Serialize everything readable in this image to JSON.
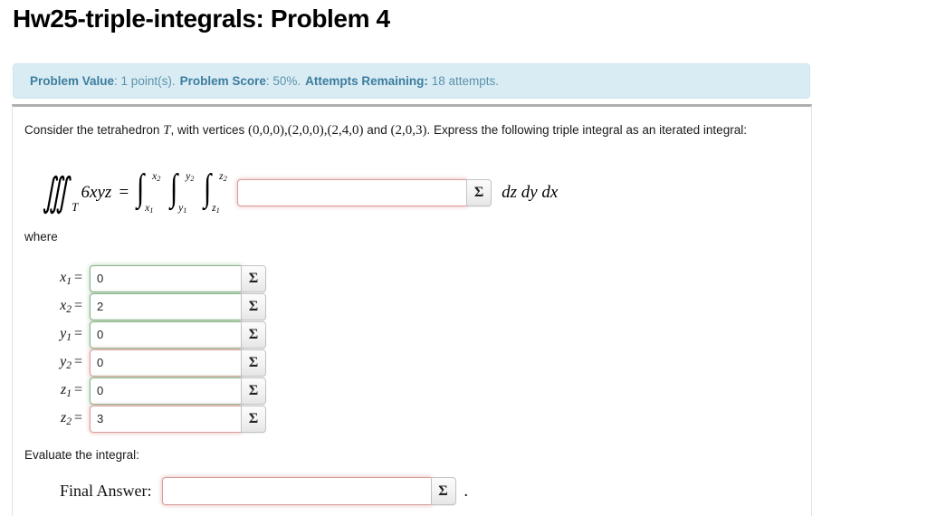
{
  "page_title": "Hw25-triple-integrals: Problem 4",
  "info_bar": {
    "problem_value_label": "Problem Value",
    "problem_value": ": 1 point(s).",
    "problem_score_label": "Problem Score",
    "problem_score": ": 50%.",
    "attempts_label": "Attempts Remaining:",
    "attempts": "18 attempts."
  },
  "statement": {
    "part1": "Consider the tetrahedron ",
    "var_T": "T",
    "part2": ", with vertices ",
    "vertex1": "(0,0,0),",
    "vertex2": "(2,0,0),",
    "vertex3": "(2,4,0)",
    "and": " and ",
    "vertex4": "(2,0,3)",
    "part3": ". Express the following triple integral as an iterated integral:"
  },
  "integral": {
    "triple_symbol": "∭",
    "region_sub": "T",
    "integrand": "6xyz",
    "equals": "=",
    "bounds": [
      {
        "symbol": "∫",
        "upper_base": "x",
        "upper_sub": "2",
        "lower_base": "x",
        "lower_sub": "1"
      },
      {
        "symbol": "∫",
        "upper_base": "y",
        "upper_sub": "2",
        "lower_base": "y",
        "lower_sub": "1"
      },
      {
        "symbol": "∫",
        "upper_base": "z",
        "upper_sub": "2",
        "lower_base": "z",
        "lower_sub": "1"
      }
    ],
    "answer_value": "",
    "answer_placeholder": "",
    "answer_state": "incorrect",
    "sigma_label": "Σ",
    "differentials": "dz dy dx"
  },
  "where_label": "where",
  "variables": [
    {
      "base": "x",
      "sub": "1",
      "eq": "=",
      "value": "0",
      "state": "correct",
      "sigma_label": "Σ"
    },
    {
      "base": "x",
      "sub": "2",
      "eq": "=",
      "value": "2",
      "state": "correct",
      "sigma_label": "Σ"
    },
    {
      "base": "y",
      "sub": "1",
      "eq": "=",
      "value": "0",
      "state": "correct",
      "sigma_label": "Σ"
    },
    {
      "base": "y",
      "sub": "2",
      "eq": "=",
      "value": "0",
      "state": "incorrect",
      "sigma_label": "Σ"
    },
    {
      "base": "z",
      "sub": "1",
      "eq": "=",
      "value": "0",
      "state": "correct",
      "sigma_label": "Σ"
    },
    {
      "base": "z",
      "sub": "2",
      "eq": "=",
      "value": "3",
      "state": "incorrect",
      "sigma_label": "Σ"
    }
  ],
  "evaluate_label": "Evaluate the integral:",
  "final_answer": {
    "label": "Final Answer:",
    "value": "",
    "state": "incorrect",
    "sigma_label": "Σ",
    "trailing_period": "."
  },
  "colors": {
    "info_bar_bg": "#d9ecf4",
    "info_bar_text": "#5b93ab",
    "info_bar_bold": "#3c7d9e",
    "incorrect_border": "#d79e9b",
    "correct_border": "#87b387",
    "rule": "#b0b0b0"
  }
}
